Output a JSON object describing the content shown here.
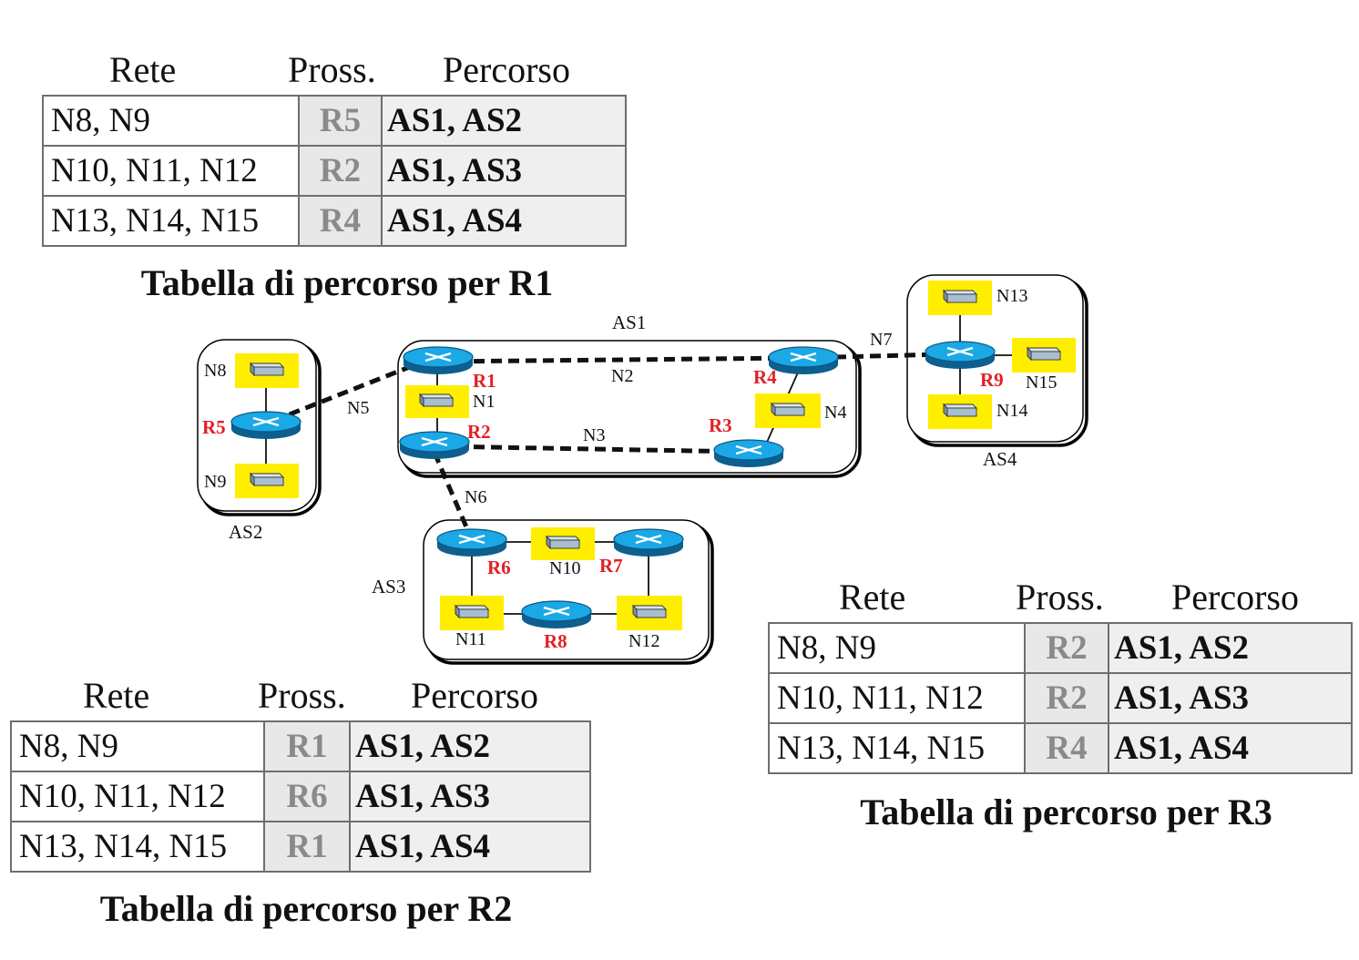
{
  "tables": [
    {
      "id": "r1",
      "headers": {
        "network": "Rete",
        "next_hop": "Pross.",
        "path": "Percorso"
      },
      "rows": [
        {
          "network": "N8, N9",
          "next_hop": "R5",
          "path": "AS1, AS2"
        },
        {
          "network": "N10, N11, N12",
          "next_hop": "R2",
          "path": "AS1, AS3"
        },
        {
          "network": "N13, N14, N15",
          "next_hop": "R4",
          "path": "AS1, AS4"
        }
      ],
      "caption": "Tabella di percorso per R1"
    },
    {
      "id": "r2",
      "headers": {
        "network": "Rete",
        "next_hop": "Pross.",
        "path": "Percorso"
      },
      "rows": [
        {
          "network": "N8, N9",
          "next_hop": "R1",
          "path": "AS1, AS2"
        },
        {
          "network": "N10, N11, N12",
          "next_hop": "R6",
          "path": "AS1, AS3"
        },
        {
          "network": "N13, N14, N15",
          "next_hop": "R1",
          "path": "AS1, AS4"
        }
      ],
      "caption": "Tabella di percorso per R2"
    },
    {
      "id": "r3",
      "headers": {
        "network": "Rete",
        "next_hop": "Pross.",
        "path": "Percorso"
      },
      "rows": [
        {
          "network": "N8, N9",
          "next_hop": "R2",
          "path": "AS1, AS2"
        },
        {
          "network": "N10, N11, N12",
          "next_hop": "R2",
          "path": "AS1, AS3"
        },
        {
          "network": "N13, N14, N15",
          "next_hop": "R4",
          "path": "AS1, AS4"
        }
      ],
      "caption": "Tabella di percorso per R3"
    }
  ],
  "diagram": {
    "autonomous_systems": [
      "AS1",
      "AS2",
      "AS3",
      "AS4"
    ],
    "routers": [
      "R1",
      "R2",
      "R3",
      "R4",
      "R5",
      "R6",
      "R7",
      "R8",
      "R9"
    ],
    "networks": [
      "N1",
      "N2",
      "N3",
      "N4",
      "N5",
      "N6",
      "N7",
      "N8",
      "N9",
      "N10",
      "N11",
      "N12",
      "N13",
      "N14",
      "N15"
    ],
    "colors": {
      "router": "#1ba8e6",
      "router_label": "#e21f26",
      "highlight": "#ffee00",
      "link": "#111111"
    }
  }
}
